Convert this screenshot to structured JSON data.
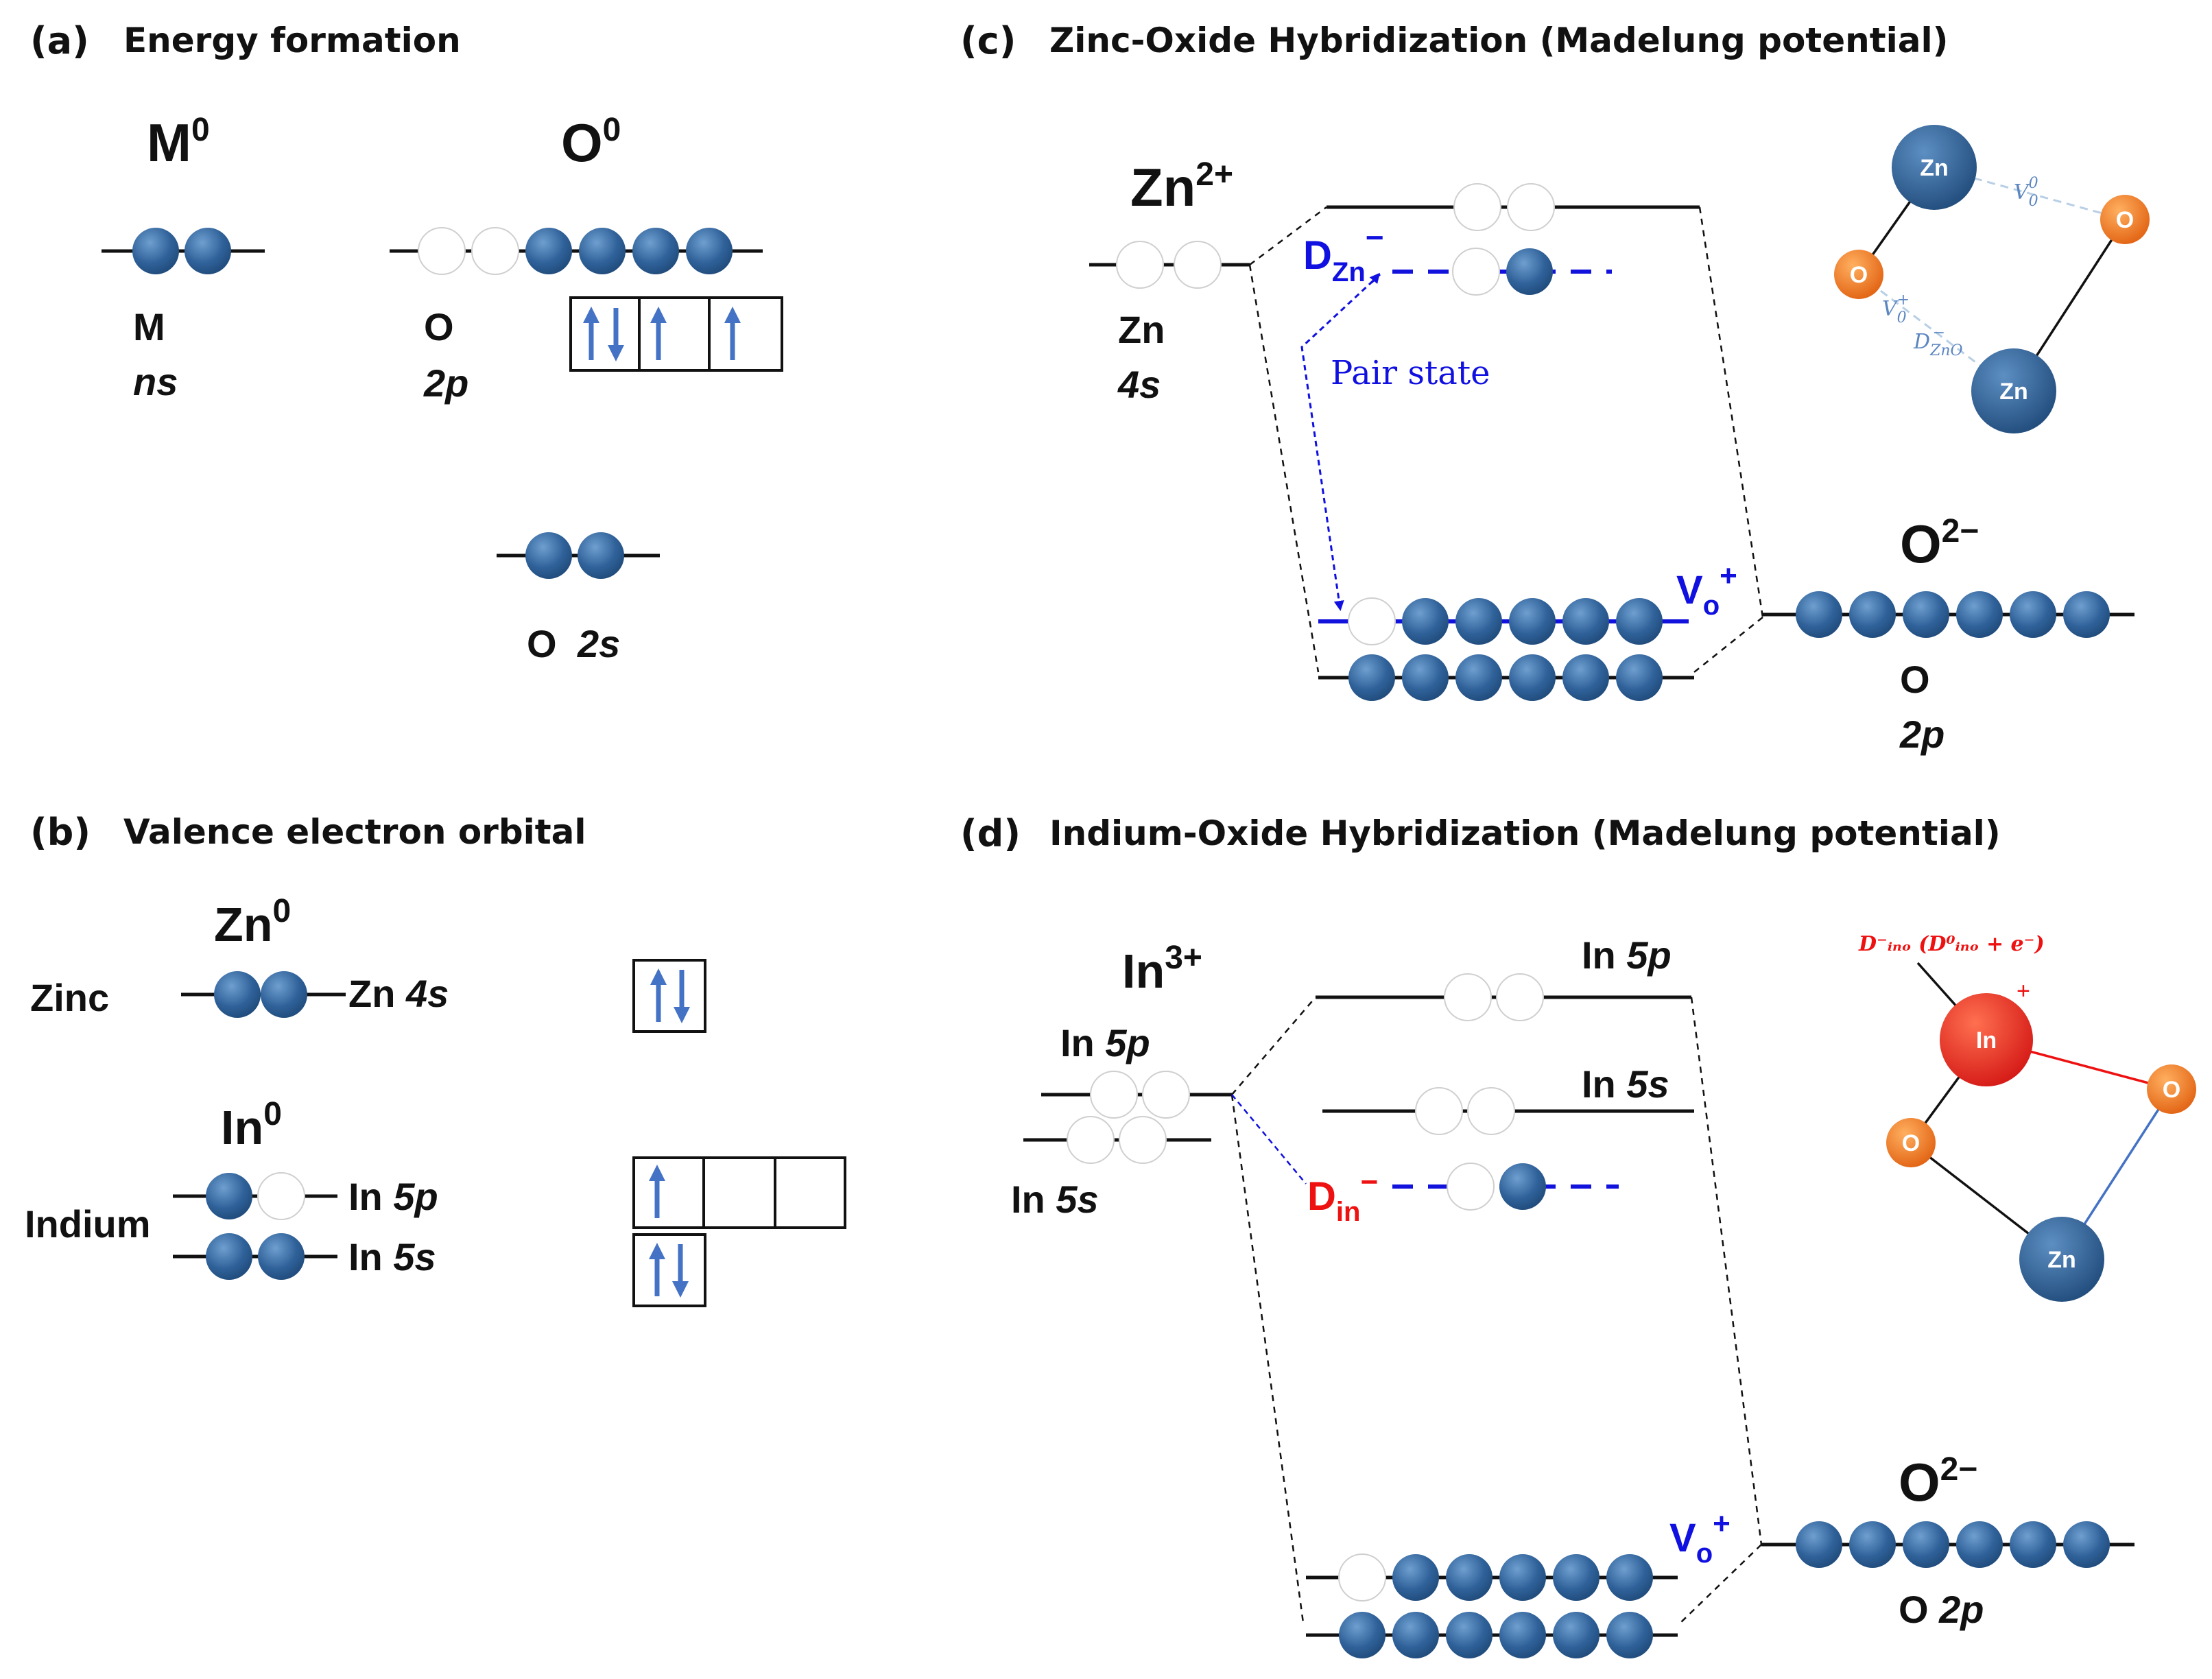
{
  "panels": {
    "a": {
      "tag": "(a)",
      "title": "Energy formation",
      "m_state": {
        "base": "M",
        "sup": "0"
      },
      "o_state": {
        "base": "O",
        "sup": "0"
      },
      "m_level": {
        "sym": "M",
        "orb": "ns"
      },
      "o2p_level": {
        "sym": "O",
        "orb": "2p"
      },
      "o2s_level": {
        "sym": "O",
        "orb": "2s"
      }
    },
    "b": {
      "tag": "(b)",
      "title": "Valence electron orbital",
      "zn_state": {
        "base": "Zn",
        "sup": "0"
      },
      "in_state": {
        "base": "In",
        "sup": "0"
      },
      "zinc_label": "Zinc",
      "indium_label": "Indium",
      "zn4s": {
        "sym": "Zn",
        "orb": "4s"
      },
      "in5p": {
        "sym": "In",
        "orb": "5p"
      },
      "in5s": {
        "sym": "In",
        "orb": "5s"
      }
    },
    "c": {
      "tag": "(c)",
      "title": "Zinc-Oxide Hybridization (Madelung potential)",
      "cation": {
        "base": "Zn",
        "sup": "2+"
      },
      "cation_level": {
        "sym": "Zn",
        "orb": "4s"
      },
      "anion": {
        "base": "O",
        "sup": "2−"
      },
      "anion_level": {
        "sym": "O",
        "orb": "2p"
      },
      "defect": {
        "base": "D",
        "sub": "Zn",
        "sup": "−"
      },
      "vacancy": {
        "base": "V",
        "sub": "o",
        "sup": "+"
      },
      "pair_state": "Pair state",
      "inset": {
        "atoms": [
          "Zn",
          "O",
          "O",
          "Zn"
        ],
        "v0": {
          "base": "V",
          "sub": "0",
          "sup": "0"
        },
        "vplus": {
          "base": "V",
          "sub": "0",
          "sup": "+"
        },
        "dzno": {
          "base": "D",
          "sub": "ZnO",
          "sup": "−"
        }
      }
    },
    "d": {
      "tag": "(d)",
      "title": "Indium-Oxide Hybridization (Madelung potential)",
      "cation": {
        "base": "In",
        "sup": "3+"
      },
      "cation_5p": {
        "sym": "In",
        "orb": "5p"
      },
      "cation_5s": {
        "sym": "In",
        "orb": "5s"
      },
      "upper_5p": {
        "sym": "In",
        "orb": "5p"
      },
      "upper_5s": {
        "sym": "In",
        "orb": "5s"
      },
      "anion": {
        "base": "O",
        "sup": "2−"
      },
      "anion_level": {
        "sym": "O",
        "orb": "2p"
      },
      "defect": {
        "base": "D",
        "sub": "in",
        "sup": "−"
      },
      "vacancy": {
        "base": "V",
        "sub": "o",
        "sup": "+"
      },
      "inset": {
        "atoms": [
          "In",
          "O",
          "O",
          "Zn"
        ],
        "plus": "+",
        "label": "D⁻ᵢₙₒ (D⁰ᵢₙₒ + e⁻)"
      }
    }
  },
  "colors": {
    "electron": "#2d5f93",
    "electron_light": "#5d8fc3",
    "hole": "#ffffff",
    "defect_blue": "#1010e0",
    "defect_red": "#ee1111",
    "oxygen": "#f07a20",
    "indium": "#ee2010",
    "spin_arrow": "#4472c4"
  }
}
